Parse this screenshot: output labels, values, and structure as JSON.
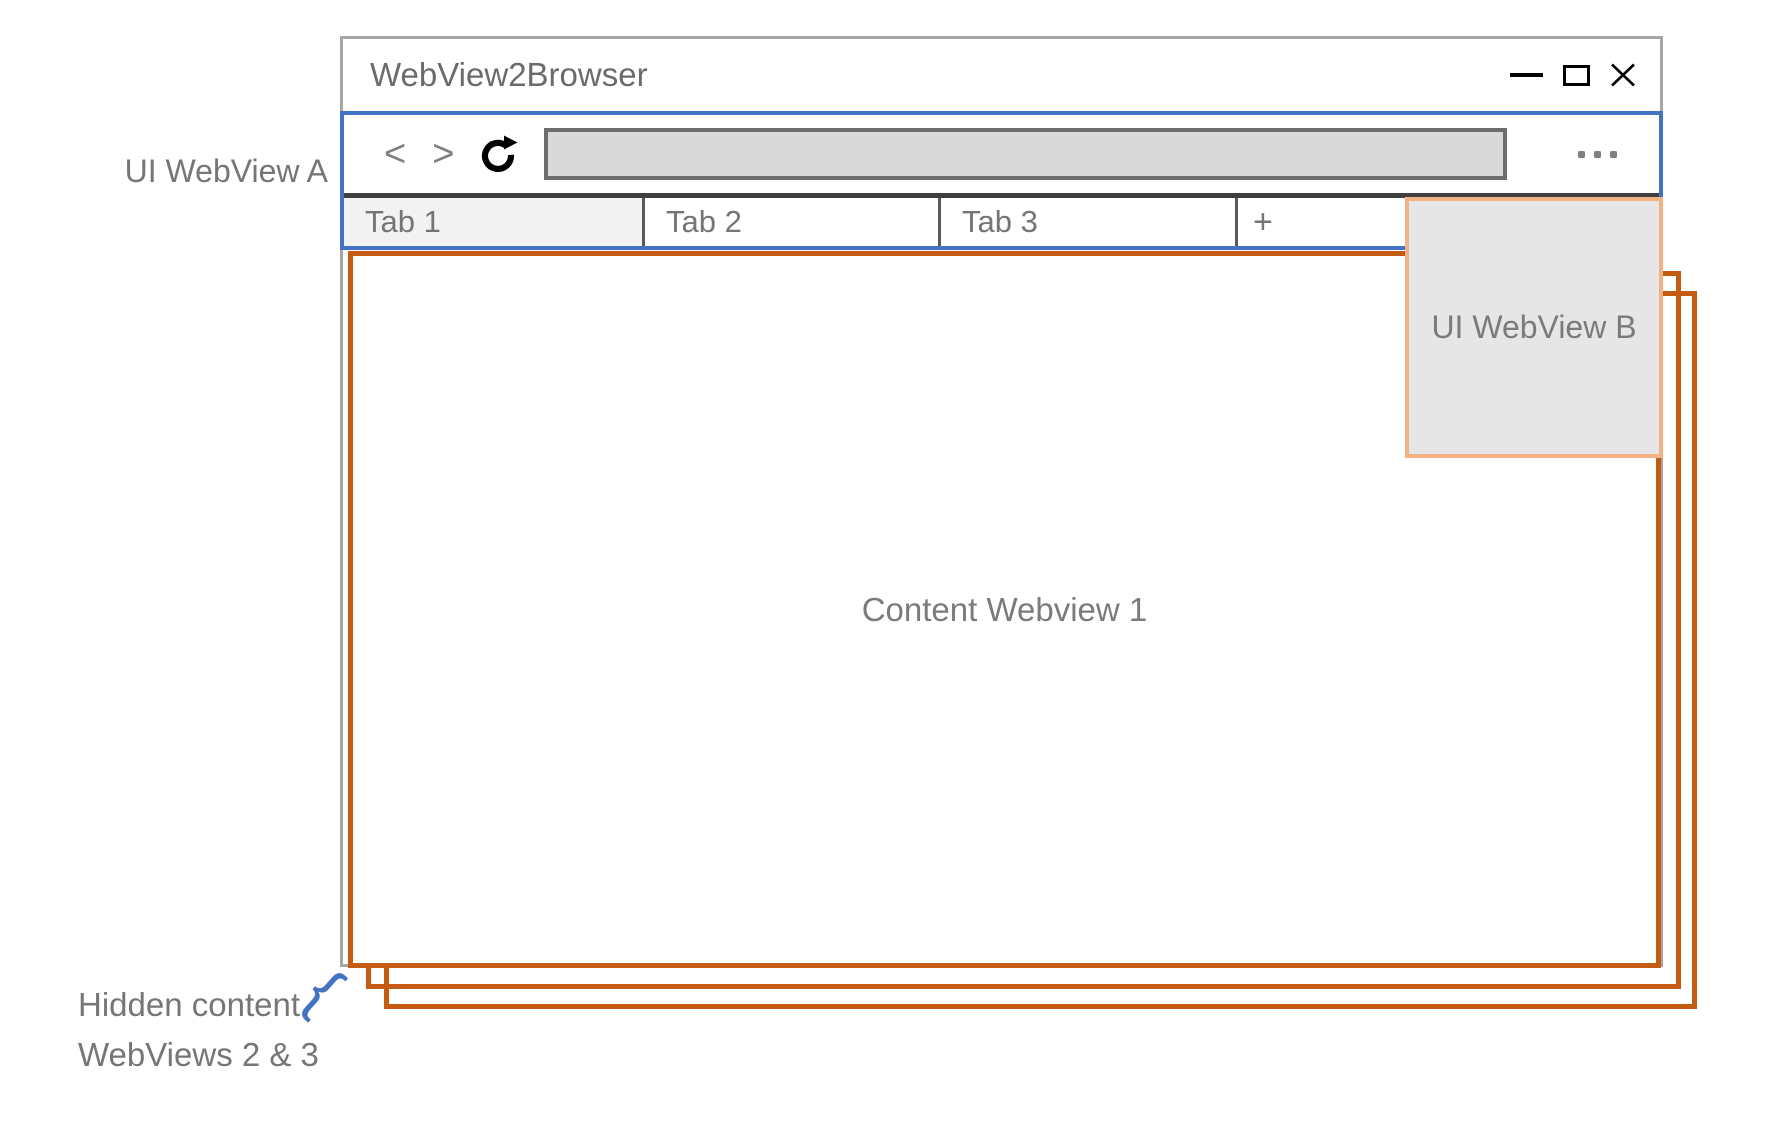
{
  "diagram": {
    "labels": {
      "ui_webview_a": "UI WebView A",
      "ui_webview_b": "UI WebView B",
      "content_webview": "Content Webview 1",
      "hidden_line1": "Hidden content",
      "hidden_line2": "WebViews 2 & 3",
      "brace_glyph": "{"
    },
    "colors": {
      "ui_webview_border": "#4472C4",
      "content_webview_border": "#C55A11",
      "ui_webview_b_border": "#F4B183",
      "ui_webview_b_fill": "#E7E6E6",
      "window_border": "#A6A6A6",
      "address_bar_fill": "#D9D9D9",
      "selected_tab_fill": "#F2F2F2",
      "label_text": "#767676",
      "brace": "#4472C4"
    }
  },
  "window": {
    "title": "WebView2Browser",
    "controls": {
      "minimize_icon": "dash",
      "maximize_icon": "square-outline",
      "close_icon": "x"
    },
    "nav": {
      "back_glyph": "<",
      "forward_glyph": ">",
      "reload_icon": "clockwise-circle-arrow",
      "menu_icon": "three-dots",
      "address_value": ""
    },
    "tabs": [
      {
        "label": "Tab 1",
        "selected": true
      },
      {
        "label": "Tab 2",
        "selected": false
      },
      {
        "label": "Tab 3",
        "selected": false
      },
      {
        "label": "+",
        "selected": false
      }
    ]
  }
}
